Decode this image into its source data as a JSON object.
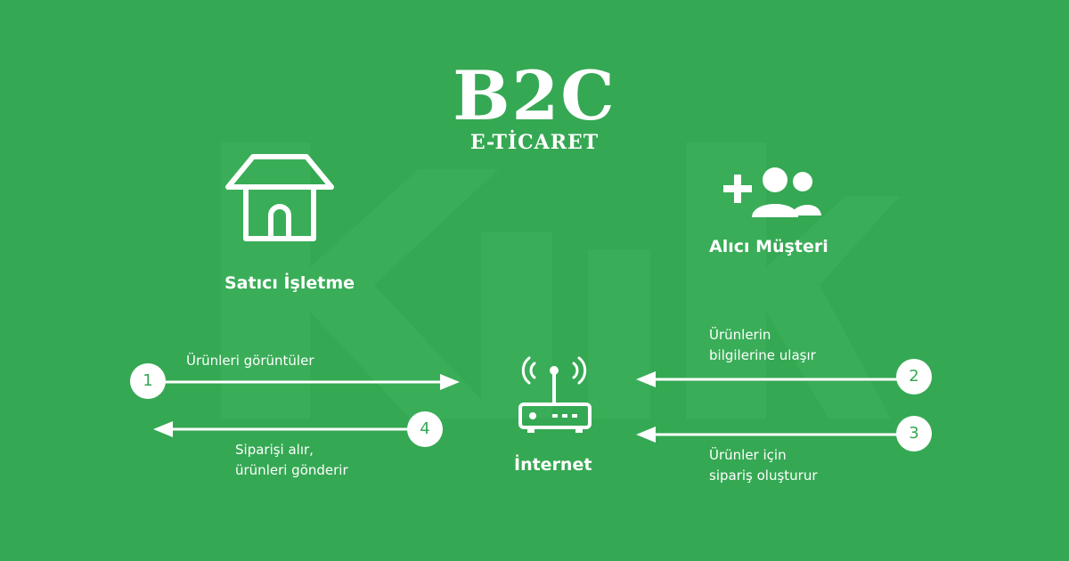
{
  "title": "B2C",
  "subtitle": "E-TİCARET",
  "nodes": {
    "seller": {
      "label": "Satıcı İşletme",
      "icon": "store-icon"
    },
    "buyer": {
      "label": "Alıcı Müşteri",
      "icon": "add-users-icon"
    },
    "internet": {
      "label": "İnternet",
      "icon": "router-icon"
    }
  },
  "steps": [
    {
      "number": "1",
      "text": "Ürünleri görüntüler"
    },
    {
      "number": "2",
      "text": [
        "Ürünlerin",
        "bilgilerine ulaşır"
      ]
    },
    {
      "number": "3",
      "text": [
        "Ürünler için",
        "sipariş oluşturur"
      ]
    },
    {
      "number": "4",
      "text": [
        "Siparişi alır,",
        "ürünleri gönderir"
      ]
    }
  ],
  "colors": {
    "background": "#35a853",
    "foreground": "#ffffff",
    "watermark": "#3aad58"
  }
}
